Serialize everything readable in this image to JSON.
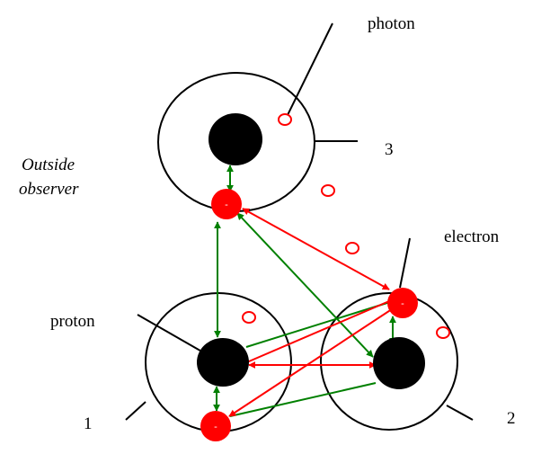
{
  "labels": {
    "photon": "photon",
    "electron": "electron",
    "proton": "proton",
    "observer_line1": "Outside",
    "observer_line2": "observer",
    "atom1": "1",
    "atom2": "2",
    "atom3": "3"
  },
  "electron_charge_sign": "-",
  "colors": {
    "outline": "#000000",
    "proton": "#000000",
    "electron": "#ff0000",
    "photon": "#ff0000",
    "red_arrow": "#ff0000",
    "green_arrow": "#008000"
  }
}
